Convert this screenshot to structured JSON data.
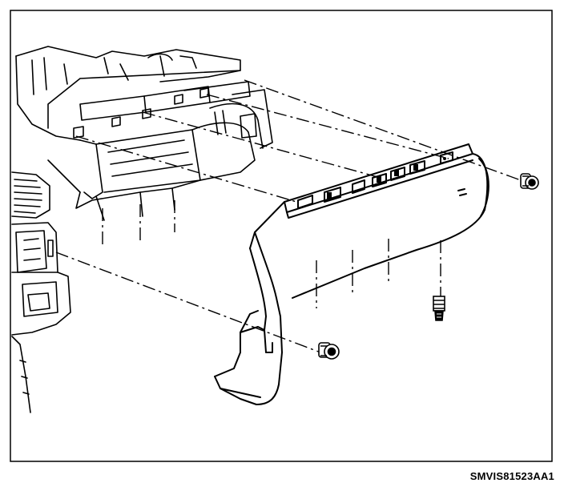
{
  "figure": {
    "caption": "SMVIS81523AA1",
    "parts": [
      {
        "name": "instrument-panel",
        "icon": "instrument-panel-illustration"
      },
      {
        "name": "lower-trim-panel",
        "icon": "trim-panel-illustration"
      },
      {
        "name": "push-pin-fastener",
        "icon": "fastener-icon"
      },
      {
        "name": "screw",
        "icon": "screw-icon"
      },
      {
        "name": "push-pin-fastener-lower",
        "icon": "fastener-icon"
      }
    ]
  },
  "colors": {
    "line": "#000000",
    "background": "#ffffff"
  }
}
